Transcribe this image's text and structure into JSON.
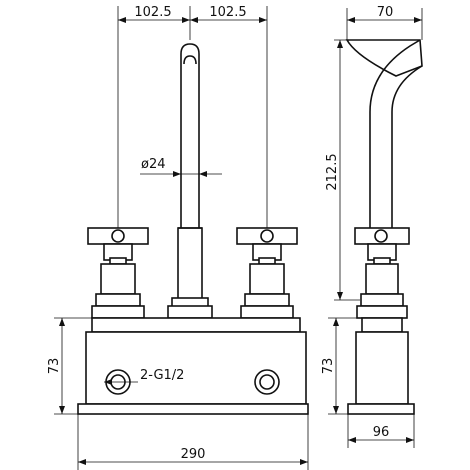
{
  "dimensions": {
    "spread_left": "102.5",
    "spread_right": "102.5",
    "spout_offset": "70",
    "spout_diameter": "ø24",
    "spout_height": "212.5",
    "base_height_front": "73",
    "base_height_side": "73",
    "connection": "2-G1/2",
    "overall_width": "290",
    "base_depth": "96"
  }
}
